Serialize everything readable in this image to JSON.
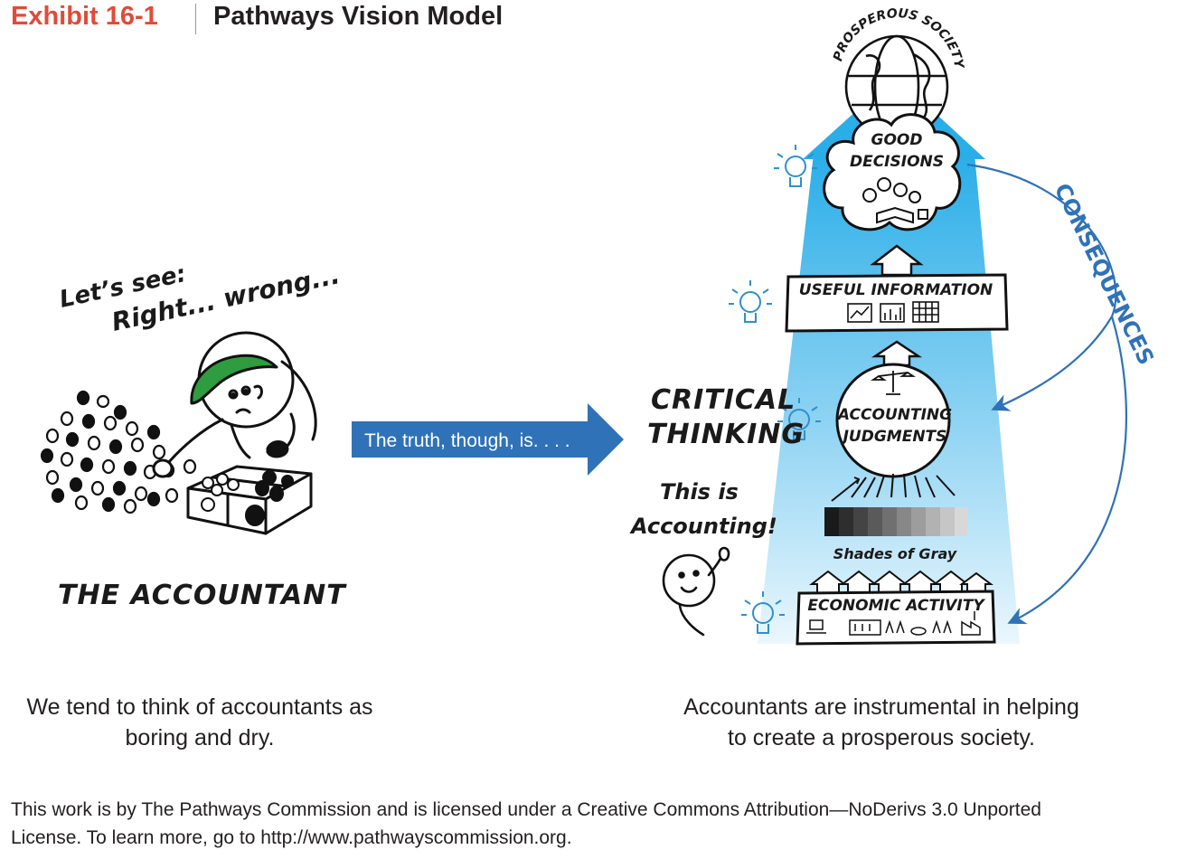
{
  "header": {
    "label": "Exhibit 16-1",
    "title": "Pathways Vision Model"
  },
  "left_panel": {
    "speech_line1": "Let’s see:",
    "speech_line2": "Right... wrong...",
    "figure_label": "THE ACCOUNTANT",
    "caption_line1": "We tend to think of accountants as",
    "caption_line2": "boring and dry."
  },
  "transition_arrow": {
    "label": "The truth, though, is. . . ."
  },
  "right_panel": {
    "critical_line1": "CRITICAL",
    "critical_line2": "THINKING",
    "this_is_line1": "This is",
    "this_is_line2": "Accounting!",
    "globe_label": "PROSPEROUS SOCIETY",
    "good_line1": "GOOD",
    "good_line2": "DECISIONS",
    "useful_info": "USEFUL INFORMATION",
    "judg_line1": "ACCOUNTING",
    "judg_line2": "JUDGMENTS",
    "shades": "Shades of Gray",
    "economic": "ECONOMIC ACTIVITY",
    "consequences": "CONSEQUENCES",
    "caption_line1": "Accountants are instrumental in helping",
    "caption_line2": "to create a prosperous society."
  },
  "footer": {
    "line1": "This work is by The Pathways Commission and is licensed under a Creative Commons Attribution—NoDerivs 3.0 Unported",
    "line2": "License. To learn more, go to http://www.pathwayscommission.org."
  },
  "colors": {
    "header_label": "#e04b3a",
    "arrow_blue": "#2f72b8",
    "beam_blue": "#3db4ea",
    "hat_green": "#2e9c3f"
  }
}
